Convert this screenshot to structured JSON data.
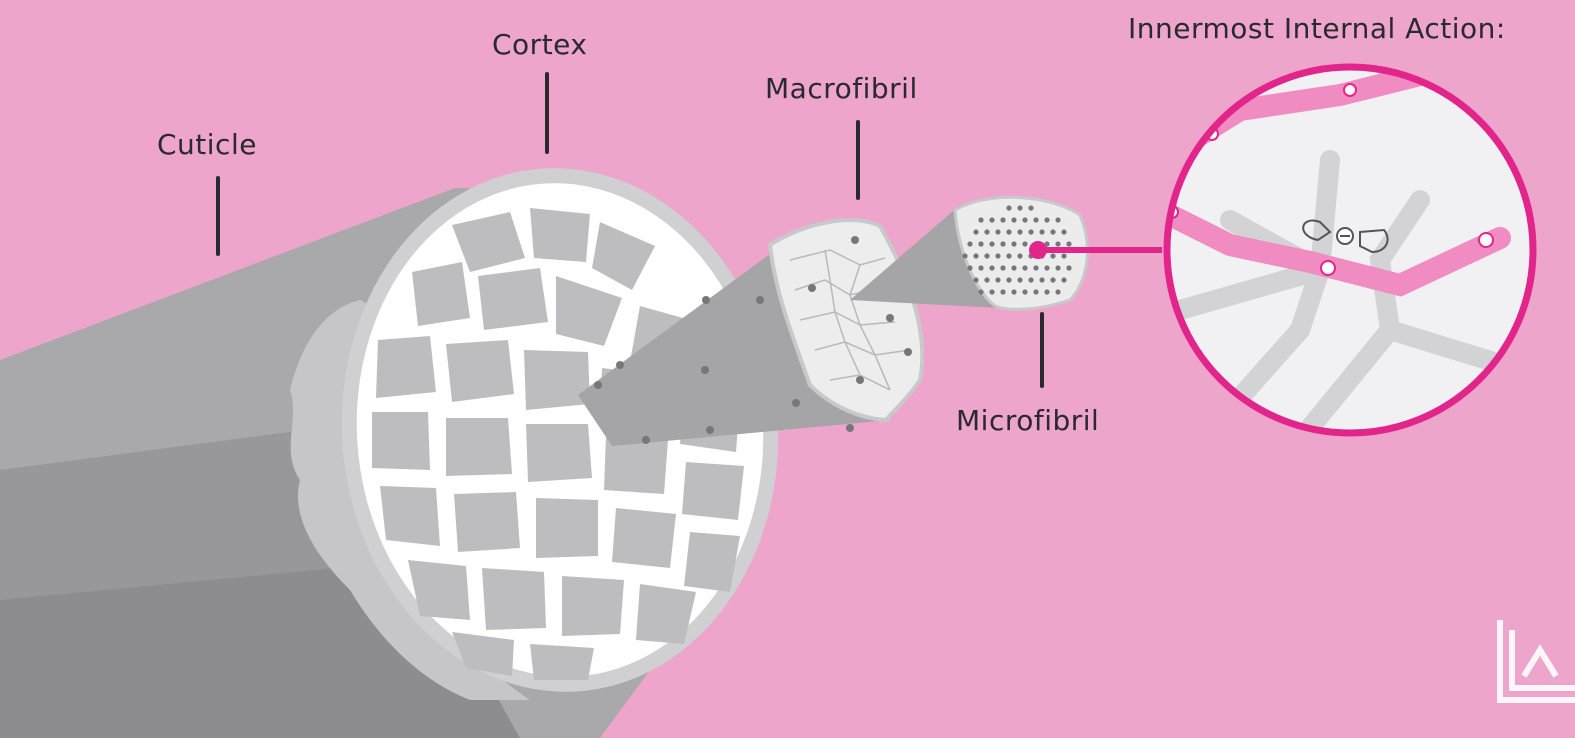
{
  "labels": {
    "cuticle": "Cuticle",
    "cortex": "Cortex",
    "macrofibril": "Macrofibril",
    "microfibril": "Microfibril",
    "inset_title": "Innermost Internal Action:"
  },
  "colors": {
    "background": "#eea5cb",
    "fiber_gray": "#a7a7a9",
    "accent_magenta": "#e2258b",
    "bond_pink": "#f08cc2",
    "text": "#2a2a2e"
  },
  "icons": {
    "bond_symbol": "disulfide-bond-icon",
    "positive_charge": "plus-charge-icon",
    "negative_charge": "minus-charge-icon",
    "logo": "brand-logo-icon"
  }
}
